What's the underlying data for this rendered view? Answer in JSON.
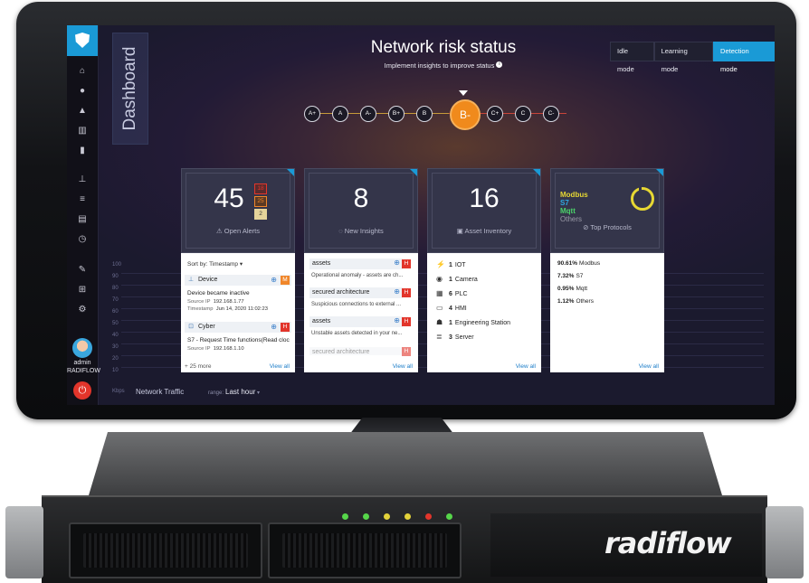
{
  "brand": {
    "name": "radiflow"
  },
  "sidebar": {
    "icons": [
      "home-icon",
      "bulb-icon",
      "warning-icon",
      "map-icon",
      "bar-chart-icon",
      "network-icon",
      "database-icon",
      "report-icon",
      "clock-icon",
      "wrench-icon",
      "grid-icon",
      "gear-icon"
    ],
    "user_name": "admin",
    "user_org": "RADIFLOW"
  },
  "header": {
    "tab_label": "Dashboard",
    "title": "Network risk status",
    "subtitle": "Implement insights to improve status",
    "info_glyph": "i",
    "modes": [
      {
        "label": "Idle mode",
        "active": false
      },
      {
        "label": "Learning mode",
        "active": false
      },
      {
        "label": "Detection mode",
        "active": true
      }
    ]
  },
  "risk_scale": {
    "grades": [
      "A+",
      "A",
      "A-",
      "B+",
      "B",
      "B-",
      "C+",
      "C",
      "C-"
    ],
    "current": "B-"
  },
  "colors": {
    "accent": "#1a9ad6",
    "risk_current": "#f08a1c",
    "severity_high": "#e2352b",
    "severity_medium": "#f0862a"
  },
  "cards": {
    "alerts": {
      "count": "45",
      "caption": "Open Alerts",
      "badges": [
        {
          "value": "18",
          "color": "#e2352b"
        },
        {
          "value": "25",
          "color": "#f0862a"
        },
        {
          "value": "2",
          "color": "#e5d49a"
        }
      ],
      "sort_label": "Sort by: Timestamp",
      "items": [
        {
          "category": "Device",
          "severity": "M",
          "text": "Device became inactive",
          "source_label": "Source IP",
          "source_ip": "192.168.1.77",
          "time_label": "Timestamp",
          "timestamp": "Jun 14, 2020 11:02:23"
        },
        {
          "category": "Cyber",
          "severity": "H",
          "text": "S7 - Request Time functions(Read cloc",
          "source_label": "Source IP",
          "source_ip": "192.168.1.10"
        }
      ],
      "more": "+ 25 more",
      "view_all": "View all"
    },
    "insights": {
      "count": "8",
      "caption": "New Insights",
      "items": [
        {
          "title": "assets",
          "severity": "H",
          "desc": "Operational anomaly - assets are ch..."
        },
        {
          "title": "secured architecture",
          "severity": "H",
          "desc": "Suspicious connections to external ..."
        },
        {
          "title": "assets",
          "severity": "H",
          "desc": "Unstable assets detected in your ne..."
        },
        {
          "title": "secured architecture",
          "severity": "H",
          "desc": ""
        }
      ],
      "view_all": "View all"
    },
    "inventory": {
      "count": "16",
      "caption": "Asset Inventory",
      "items": [
        {
          "count": "1",
          "label": "IOT"
        },
        {
          "count": "1",
          "label": "Camera"
        },
        {
          "count": "6",
          "label": "PLC"
        },
        {
          "count": "4",
          "label": "HMI"
        },
        {
          "count": "1",
          "label": "Engineering Station"
        },
        {
          "count": "3",
          "label": "Server"
        }
      ],
      "view_all": "View all"
    },
    "protocols": {
      "caption": "Top Protocols",
      "legend": [
        {
          "label": "Modbus",
          "color": "#e7d833"
        },
        {
          "label": "S7",
          "color": "#2fa6e0"
        },
        {
          "label": "Mqtt",
          "color": "#4bd36a"
        },
        {
          "label": "Others",
          "color": "#9a9aa8"
        }
      ],
      "items": [
        {
          "pct": "90.61%",
          "label": "Modbus"
        },
        {
          "pct": "7.32%",
          "label": "S7"
        },
        {
          "pct": "0.95%",
          "label": "Mqtt"
        },
        {
          "pct": "1.12%",
          "label": "Others"
        }
      ],
      "view_all": "View all"
    }
  },
  "traffic": {
    "title": "Network Traffic",
    "unit": "Kbps",
    "y_ticks": [
      "100",
      "90",
      "80",
      "70",
      "60",
      "50",
      "40",
      "30",
      "20",
      "10"
    ],
    "range_label": "range:",
    "range_value": "Last hour"
  }
}
